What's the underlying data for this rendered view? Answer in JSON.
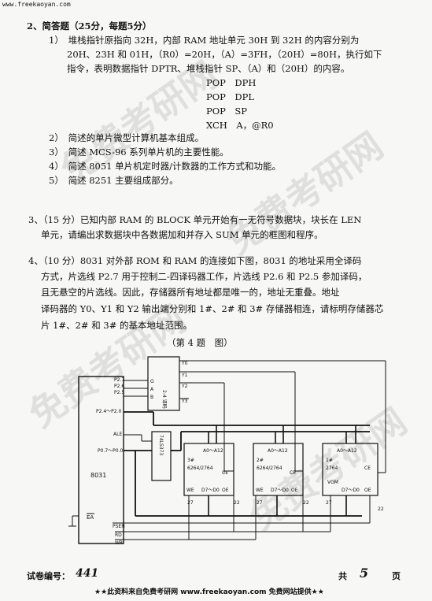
{
  "header_url": "www.freekaoyan.com",
  "section2": {
    "title": "2、简答题（25分，每题5分）",
    "q1": [
      "1）　堆栈指针原指向 32H，内部 RAM 地址单元 30H 到 32H 的内容分别为",
      "20H、23H 和 01H，（R0）=20H，（A）=3FH，（20H）=80H，执行如下",
      "指令，表明数据指针 DPTR、堆栈指针 SP、（A）和（20H）的内容。"
    ],
    "code": [
      "POP　DPH",
      "POP　DPL",
      "POP　SP",
      "XCH　A，@R0"
    ],
    "q2": "2）　简述的单片微型计算机基本组成。",
    "q3": "3）　简述 MCS-96 系列单片机的主要性能。",
    "q4": "4）　简述 8051 单片机定时器/计数器的工作方式和功能。",
    "q5": "5）　简述 8251 主要组成部分。"
  },
  "section3": [
    "3、（15 分）已知内部 RAM 的 BLOCK 单元开始有一无符号数据块，块长在 LEN",
    "单元，请编出求数据块中各数据加和并存入 SUM 单元的框图和程序。"
  ],
  "section4": [
    "4、（10 分）8031 对外部 ROM 和 RAM 的连接如下图，8031 的地址采用全译码",
    "方式，片选线 P2.7 用于控制二-四译码器工作，片选线 P2.6 和 P2.5 参加译码，",
    "且无悬空的片选线。因此，存储器所有地址都是唯一的，地址无重叠。地址",
    "译码器的 Y0、Y1 和 Y2 输出端分别和 1#、2# 和 3# 存储器相连，请标明存储器芯",
    "片 1#、2# 和 3# 的基本地址范围。"
  ],
  "figure_caption": "（第 4 题　图）",
  "figure": {
    "cpu": "8031",
    "latch": "74LS373",
    "decoder": "2-4 译码",
    "p27": "P2.7",
    "p26": "P2.6",
    "p25": "P2.5",
    "p24": "P2.4～P2.0",
    "p0": "P0.7～P0.0",
    "ale": "ALE",
    "ea": "EA",
    "psen": "PSEN",
    "rd": "RD",
    "wr": "WR",
    "g": "G",
    "a": "A",
    "b": "B",
    "y0": "Y0",
    "y1": "Y1",
    "y2": "Y2",
    "y3": "Y3",
    "chip3_label": "3#",
    "chip3_type": "6264/2764",
    "chip2_label": "2#",
    "chip2_type": "6264/2764",
    "chip1_label": "1#",
    "chip1_type": "2764",
    "addr_range": "A0～A12",
    "data_range": "D7～D0",
    "ce": "CE",
    "we": "WE",
    "oe": "OE",
    "vgm": "VGM",
    "pin27": "27",
    "pin22": "22"
  },
  "footer": {
    "exam_no_label": "试卷编号：",
    "exam_no": "441",
    "total_label": "共",
    "total_pages": "5",
    "page_unit": "页",
    "banner": "★★此资料来自免费考研网 www.freekaoyan.com 免费网站提供★★"
  }
}
